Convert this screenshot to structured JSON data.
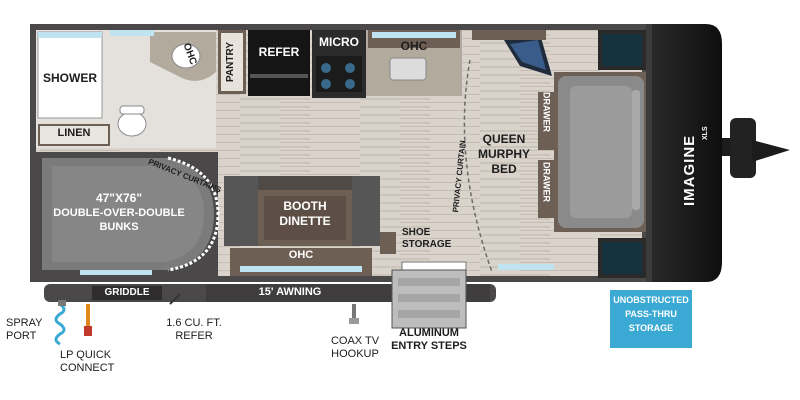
{
  "brand": {
    "name": "IMAGINE",
    "sub": "XLS"
  },
  "rooms": {
    "shower": "SHOWER",
    "linen": "LINEN",
    "ohc_bath": "OHC",
    "pantry": "PANTRY",
    "refer": "REFER",
    "micro": "MICRO",
    "ohc_kitchen": "OHC",
    "bunks_size": "47\"x76\"",
    "bunks_line1": "DOUBLE-OVER-DOUBLE",
    "bunks_line2": "BUNKS",
    "privacy_curtains": "PRIVACY CURTAINS",
    "booth_line1": "BOOTH",
    "booth_line2": "DINETTE",
    "ohc_dinette": "OHC",
    "shoe_line1": "SHOE",
    "shoe_line2": "STORAGE",
    "privacy_curtain": "PRIVACY CURTAIN",
    "bed_line1": "QUEEN",
    "bed_line2": "MURPHY",
    "bed_line3": "BED",
    "drawer_1": "DRAWER",
    "drawer_2": "DRAWER"
  },
  "exterior": {
    "griddle": "GRIDDLE",
    "awning": "15' AWNING",
    "spray_line1": "SPRAY",
    "spray_line2": "PORT",
    "lp_line1": "LP QUICK",
    "lp_line2": "CONNECT",
    "refer_line1": "1.6 CU. FT.",
    "refer_line2": "REFER",
    "coax_line1": "COAX TV",
    "coax_line2": "HOOKUP",
    "steps_line1": "ALUMINUM",
    "steps_line2": "ENTRY STEPS",
    "storage_line1": "UNOBSTRUCTED",
    "storage_line2": "PASS-THRU",
    "storage_line3": "STORAGE"
  },
  "colors": {
    "floor": "#d9d3cc",
    "wall": "#4a4848",
    "cabinet": "#6e5f55",
    "bed": "#7b7b7b",
    "cap": "#1a1a1a",
    "accent_blue": "#bfe3f1",
    "storage_blue": "#3aa9d3",
    "countertop": "#b3aa9e"
  }
}
